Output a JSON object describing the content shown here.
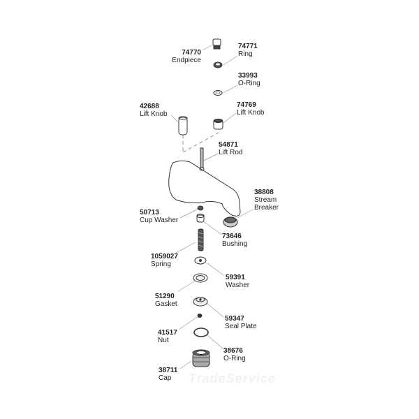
{
  "parts": [
    {
      "number": "74770",
      "name": "Endpiece"
    },
    {
      "number": "74771",
      "name": "Ring"
    },
    {
      "number": "33993",
      "name": "O-Ring"
    },
    {
      "number": "42688",
      "name": "Lift Knob"
    },
    {
      "number": "74769",
      "name": "Lift Knob"
    },
    {
      "number": "54871",
      "name": "Lift Rod"
    },
    {
      "number": "38808",
      "name": "Stream",
      "name2": "Breaker"
    },
    {
      "number": "50713",
      "name": "Cup Washer"
    },
    {
      "number": "73646",
      "name": "Bushing"
    },
    {
      "number": "1059027",
      "name": "Spring"
    },
    {
      "number": "59391",
      "name": "Washer"
    },
    {
      "number": "51290",
      "name": "Gasket"
    },
    {
      "number": "59347",
      "name": "Seal Plate"
    },
    {
      "number": "41517",
      "name": "Nut"
    },
    {
      "number": "38676",
      "name": "O-Ring"
    },
    {
      "number": "38711",
      "name": "Cap"
    }
  ],
  "watermark": "TradeService"
}
